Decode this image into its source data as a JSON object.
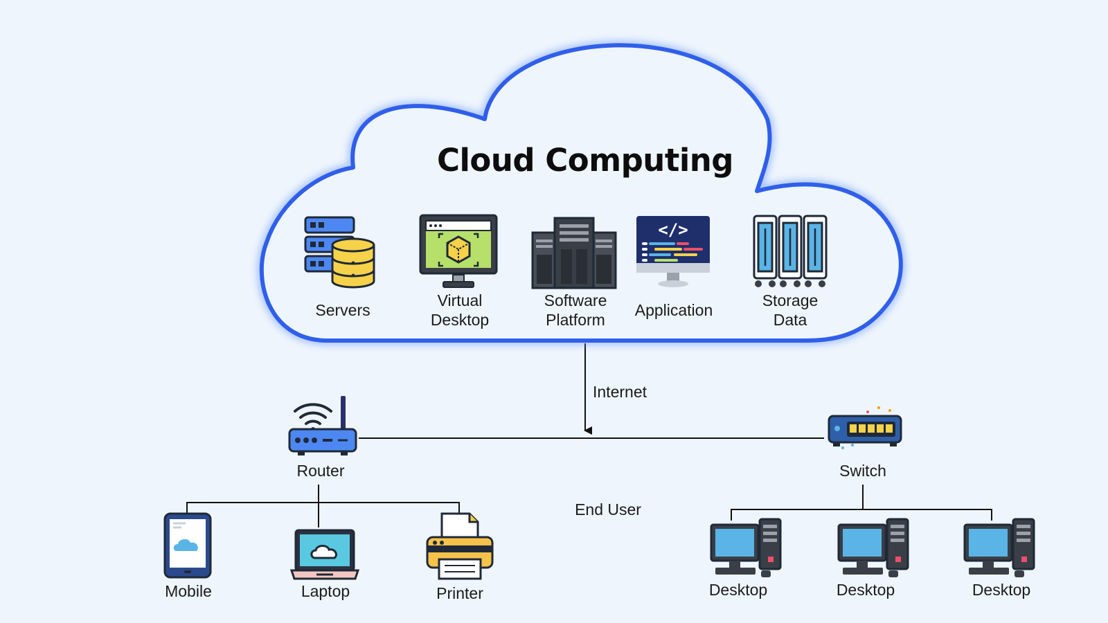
{
  "diagram": {
    "title": "Cloud Computing",
    "cloud_services": [
      {
        "lines": [
          "Servers"
        ],
        "icon": "server-database-icon"
      },
      {
        "lines": [
          "Virtual",
          "Desktop"
        ],
        "icon": "virtual-desktop-icon"
      },
      {
        "lines": [
          "Software",
          "Platform"
        ],
        "icon": "server-rack-icon"
      },
      {
        "lines": [
          "Application"
        ],
        "icon": "code-monitor-icon"
      },
      {
        "lines": [
          "Storage",
          "Data"
        ],
        "icon": "storage-cabinet-icon"
      }
    ],
    "connection_label": "Internet",
    "end_user_label": "End User",
    "router": {
      "label": "Router",
      "icon": "router-icon"
    },
    "switch": {
      "label": "Switch",
      "icon": "switch-icon"
    },
    "router_devices": [
      {
        "label": "Mobile",
        "icon": "mobile-icon"
      },
      {
        "label": "Laptop",
        "icon": "laptop-icon"
      },
      {
        "label": "Printer",
        "icon": "printer-icon"
      }
    ],
    "switch_devices": [
      {
        "label": "Desktop",
        "icon": "desktop-computer-icon"
      },
      {
        "label": "Desktop",
        "icon": "desktop-computer-icon"
      },
      {
        "label": "Desktop",
        "icon": "desktop-computer-icon"
      }
    ],
    "colors": {
      "background": "#eef5fd",
      "cloud_outline": "#2f5fea",
      "accent_blue": "#5ab4e6",
      "accent_yellow": "#f6d24a",
      "accent_green": "#b6e06a",
      "dark": "#3a3f47"
    }
  }
}
